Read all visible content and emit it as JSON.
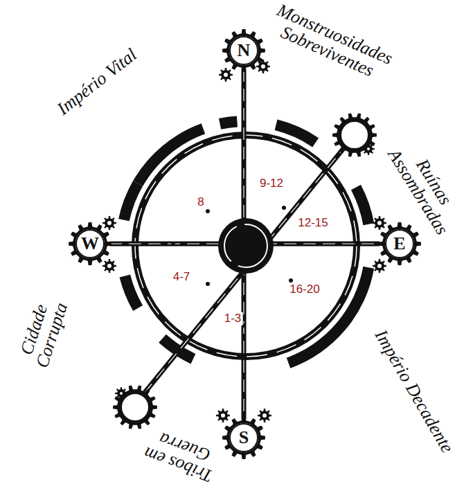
{
  "diagram": {
    "nodes": [
      {
        "text": [
          "N"
        ]
      },
      {
        "text": [
          "W"
        ]
      },
      {
        "text": [
          "E"
        ]
      },
      {
        "text": [
          "S"
        ]
      }
    ],
    "labels": [
      "Império Vital",
      "Monstruosidades Sobreviventes",
      "Ruínas Assombradas",
      "Império Decadente",
      "Tribos em Guerra",
      "Cidade Corrupta",
      "9-12",
      "8",
      "12-15",
      "4-7",
      "16-20",
      "1-3"
    ]
  }
}
